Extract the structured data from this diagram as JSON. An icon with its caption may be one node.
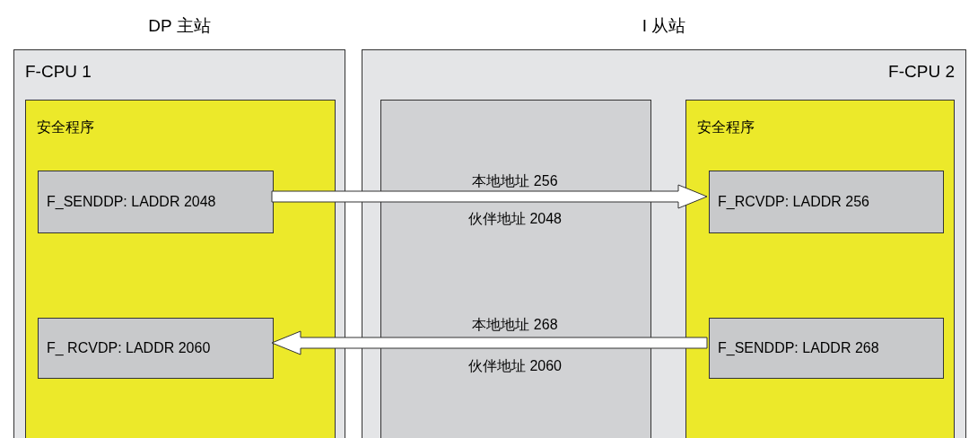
{
  "diagram": {
    "nodes": [
      {
        "text": [
          "DP 主站",
          "F-CPU 1"
        ]
      },
      {
        "text": [
          "安全程序"
        ],
        "in": 0
      },
      {
        "text": [
          "F_SENDDP: LADDR 2048"
        ],
        "in": 1
      },
      {
        "text": [
          "F_ RCVDP: LADDR 2060"
        ],
        "in": 1
      },
      {
        "text": [
          "I 从站",
          "F-CPU 2"
        ]
      },
      {
        "text": [],
        "shape": "box",
        "in": 4
      },
      {
        "text": [
          "安全程序"
        ],
        "in": 4
      },
      {
        "text": [
          "F_RCVDP: LADDR 256"
        ],
        "in": 6
      },
      {
        "text": [
          "F_SENDDP: LADDR 268"
        ],
        "in": 6
      }
    ],
    "edges": [
      {
        "from": 2,
        "to": 7,
        "arrow": "to"
      },
      {
        "from": 8,
        "to": 3,
        "arrow": "to"
      }
    ],
    "labels": [
      "本地地址 256",
      "伙伴地址 2048",
      "本地地址 268",
      "伙伴地址 2060"
    ]
  }
}
